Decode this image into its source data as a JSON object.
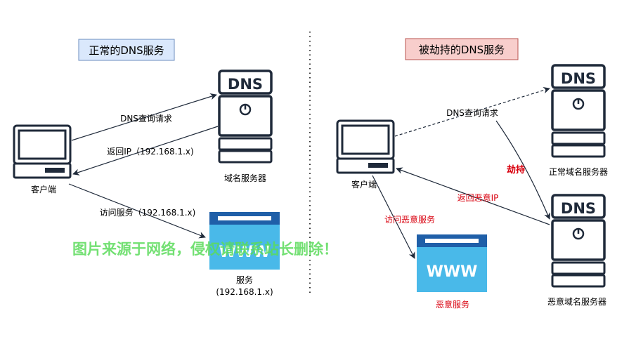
{
  "left": {
    "title": "正常的DNS服务",
    "title_bg": "#dae8fc",
    "query_label": "DNS查询请求",
    "reply_label": "返回IP（192.168.1.x)",
    "visit_label": "访问服务（192.168.1.x)",
    "client_label": "客户端",
    "dns_label": "域名服务器",
    "server_label": "服务",
    "server_ip": "(192.168.1.x)",
    "dns_text": "DNS",
    "www_text": "WWW"
  },
  "right": {
    "title": "被劫持的DNS服务",
    "title_bg": "#f8cecc",
    "query_label": "DNS查询请求",
    "hijack_label": "劫持",
    "reply_label": "返回恶意IP",
    "visit_label": "访问恶意服务",
    "client_label": "客户端",
    "normal_dns_label": "正常域名服务器",
    "evil_dns_label": "恶意域名服务器",
    "evil_server_label": "恶意服务",
    "dns_text": "DNS",
    "www_text": "WWW"
  },
  "watermark": "图片来源于网络，侵权请联系站长删除！",
  "colors": {
    "stroke": "#1f2a3a",
    "dns_fill": "#ffffff",
    "www_top": "#1f5fa8",
    "www_body": "#49b9e9",
    "red_label": "#d9000e",
    "watermark": "#5bdb5b"
  }
}
